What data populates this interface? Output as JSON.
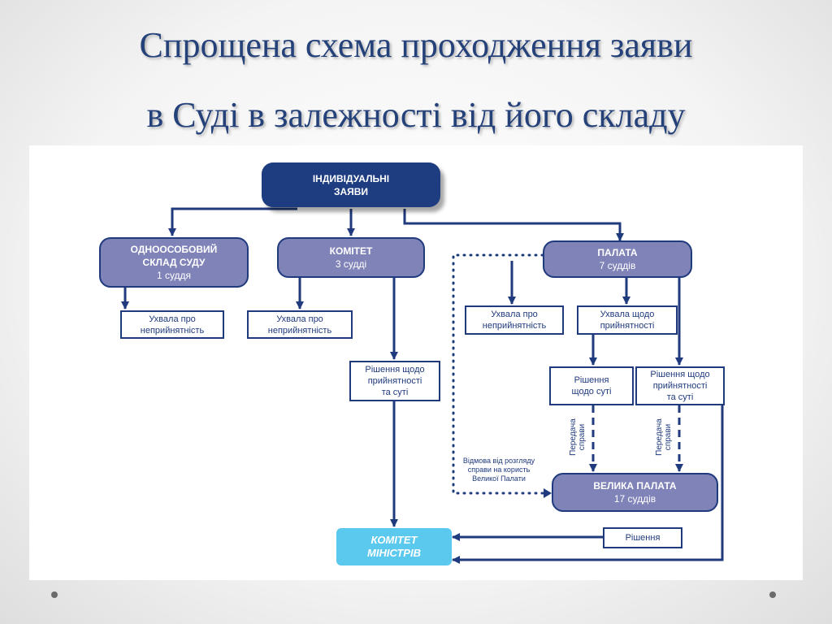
{
  "title": {
    "line1": "Спрощена схема проходження заяви",
    "line2": "в Суді в залежності від його складу"
  },
  "nodes": {
    "individual": {
      "line1": "ІНДИВІДУАЛЬНІ",
      "line2": "ЗАЯВИ"
    },
    "single": {
      "line1": "ОДНООСОБОВИЙ",
      "line2": "СКЛАД СУДУ",
      "line3": "1 суддя"
    },
    "committee": {
      "line1": "КОМІТЕТ",
      "line2": "3 судді"
    },
    "chamber": {
      "line1": "ПАЛАТА",
      "line2": "7 суддів"
    },
    "inadm1": {
      "line1": "Ухвала про",
      "line2": "неприйнятність"
    },
    "inadm2": {
      "line1": "Ухвала про",
      "line2": "неприйнятність"
    },
    "inadm3": {
      "line1": "Ухвала про",
      "line2": "неприйнятність"
    },
    "adm": {
      "line1": "Ухвала щодо",
      "line2": "прийнятності"
    },
    "decision_committee": {
      "line1": "Рішення щодо",
      "line2": "прийнятності",
      "line3": "та суті"
    },
    "decision_merits": {
      "line1": "Рішення",
      "line2": "щодо суті"
    },
    "decision_chamber": {
      "line1": "Рішення щодо",
      "line2": "прийнятності",
      "line3": "та суті"
    },
    "grand": {
      "line1": "ВЕЛИКА ПАЛАТА",
      "line2": "17 суддів"
    },
    "decision_grand": {
      "label": "Рішення"
    },
    "ministers": {
      "line1": "КОМІТЕТ",
      "line2": "МІНІСТРІВ"
    }
  },
  "labels": {
    "refer1": {
      "line1": "Передача",
      "line2": "справи"
    },
    "refer2": {
      "line1": "Передача",
      "line2": "справи"
    },
    "relinquish": {
      "line1": "Відмова від розгляду",
      "line2": "справи на користь",
      "line3": "Великої Палати"
    }
  },
  "colors": {
    "title": "#24417a",
    "dark_node": "#1e3c80",
    "mid_node": "#7f83b8",
    "line": "#1f3a7d",
    "ministers": "#5bc8ee"
  },
  "icons": [
    "arrow-icon"
  ]
}
